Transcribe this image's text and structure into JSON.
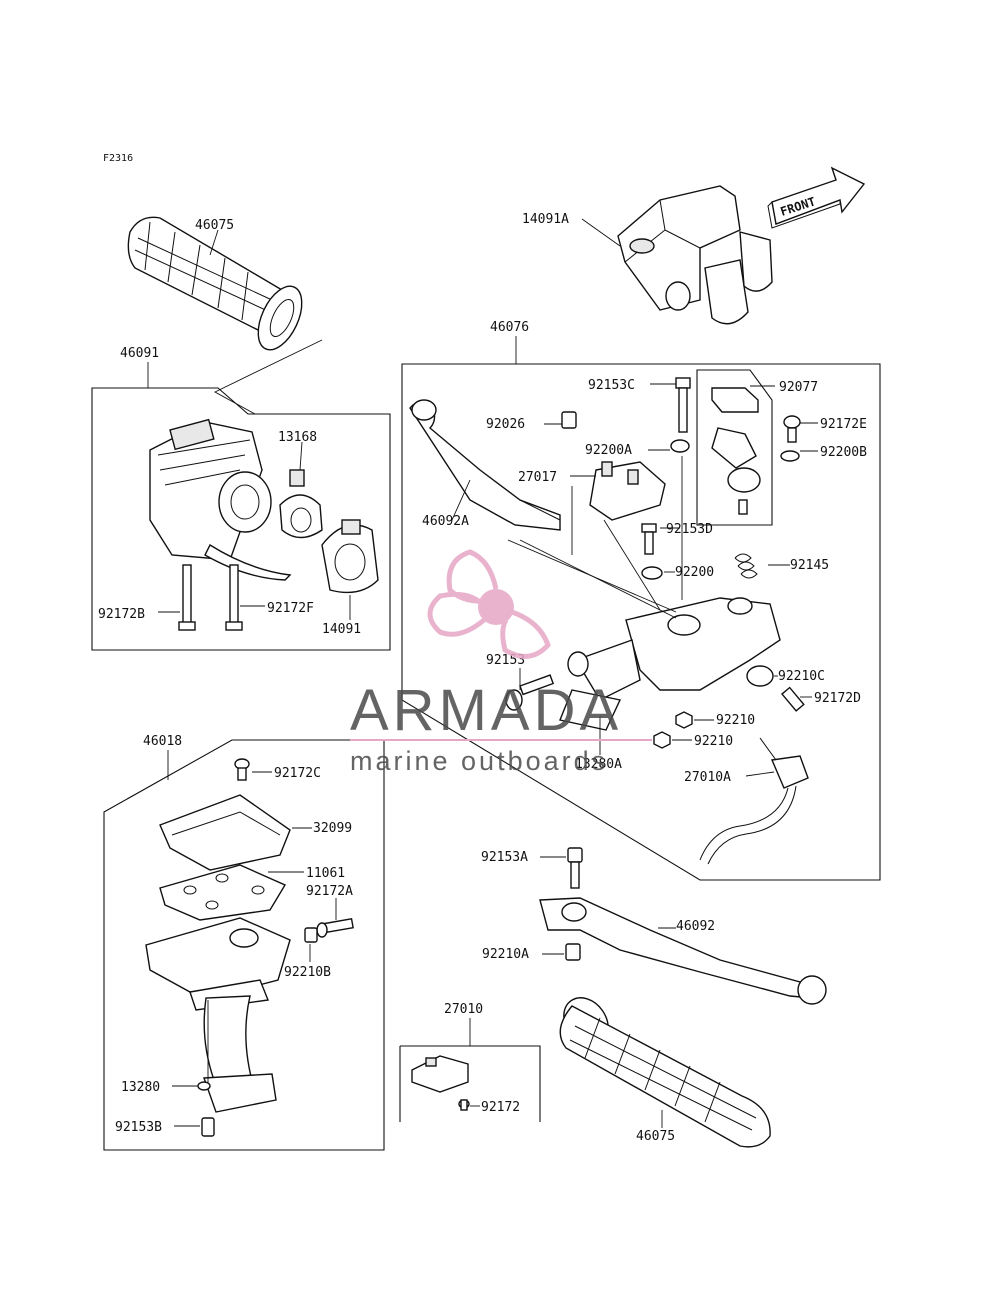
{
  "diagram_code": "F2316",
  "front_arrow_label": "FRONT",
  "watermark": {
    "brand": "ARMADA",
    "tagline": "marine outboards",
    "accent_color": "#e6a6c6",
    "text_color": "#4a4a4a"
  },
  "labels": {
    "p46075_top": "46075",
    "p14091A": "14091A",
    "p46076": "46076",
    "p46091": "46091",
    "p13168": "13168",
    "p92172B": "92172B",
    "p92172F": "92172F",
    "p14091": "14091",
    "p92153C": "92153C",
    "p92077": "92077",
    "p92026": "92026",
    "p92172E": "92172E",
    "p92200A": "92200A",
    "p92200B": "92200B",
    "p27017": "27017",
    "p46092A": "46092A",
    "p92153D": "92153D",
    "p92145": "92145",
    "p92200": "92200",
    "p92153": "92153",
    "p92210C": "92210C",
    "p92172D": "92172D",
    "p92210_a": "92210",
    "p92210_b": "92210",
    "p13280A": "13280A",
    "p27010A": "27010A",
    "p46018": "46018",
    "p92172C": "92172C",
    "p32099": "32099",
    "p11061": "11061",
    "p92172A": "92172A",
    "p92210B": "92210B",
    "p13280": "13280",
    "p92153B": "92153B",
    "p92153A": "92153A",
    "p46092": "46092",
    "p92210A": "92210A",
    "p27010": "27010",
    "p92172": "92172",
    "p46075_bottom": "46075"
  }
}
